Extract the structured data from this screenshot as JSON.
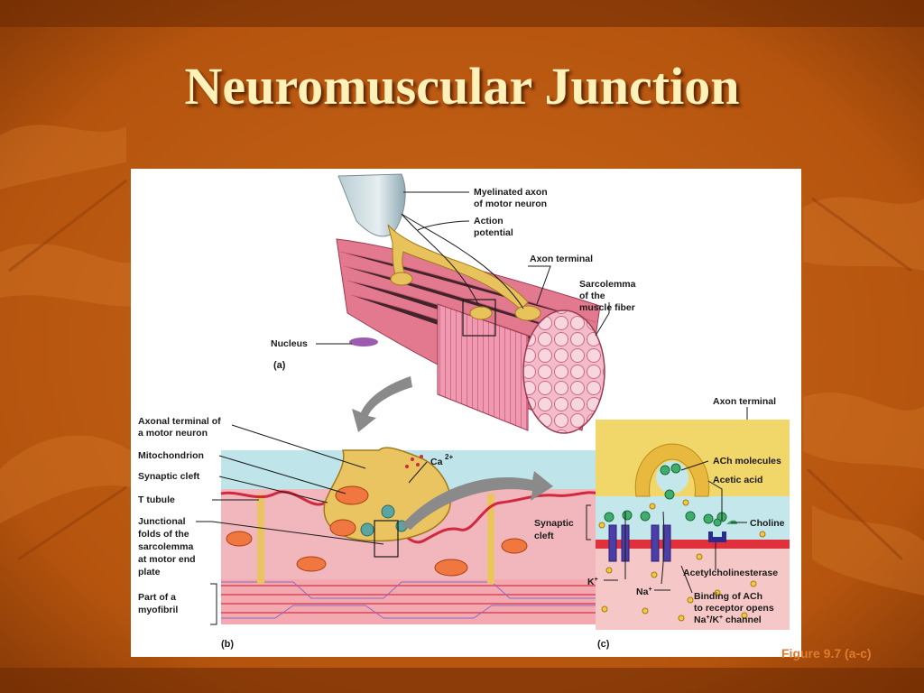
{
  "slide": {
    "title": "Neuromuscular Junction",
    "caption": "Figure 9.7 (a-c)"
  },
  "colors": {
    "background": "#b4540e",
    "title": "#fff1b8",
    "caption": "#e07a2c",
    "muscle": "#e68aa0",
    "axon": "#e9c461",
    "cleft": "#bfe4ea"
  },
  "panel_a": {
    "tag": "(a)",
    "labels": {
      "myelinated_axon_1": "Myelinated axon",
      "myelinated_axon_2": "of motor neuron",
      "action_potential_1": "Action",
      "action_potential_2": "potential",
      "axon_terminal": "Axon terminal",
      "sarcolemma_1": "Sarcolemma",
      "sarcolemma_2": "of the",
      "sarcolemma_3": "muscle fiber",
      "nucleus": "Nucleus"
    }
  },
  "panel_b": {
    "tag": "(b)",
    "labels": {
      "axonal_terminal_1": "Axonal terminal of",
      "axonal_terminal_2": "a motor neuron",
      "mitochondrion": "Mitochondrion",
      "synaptic_cleft": "Synaptic cleft",
      "t_tubule": "T tubule",
      "junctional_1": "Junctional",
      "junctional_2": "folds of the",
      "junctional_3": "sarcolemma",
      "junctional_4": "at motor end",
      "junctional_5": "plate",
      "myofibril_1": "Part of a",
      "myofibril_2": "myofibril",
      "calcium": "Ca",
      "calcium_charge": "2+"
    }
  },
  "panel_c": {
    "tag": "(c)",
    "labels": {
      "axon_terminal": "Axon terminal",
      "ach_molecules": "ACh molecules",
      "acetic_acid": "Acetic acid",
      "choline": "Choline",
      "synaptic_cleft_1": "Synaptic",
      "synaptic_cleft_2": "cleft",
      "acetylcholinesterase": "Acetylcholinesterase",
      "potassium": "K",
      "sodium": "Na",
      "plus": "+",
      "binding_1": "Binding of ACh",
      "binding_2": "to receptor opens",
      "binding_3_na": "Na",
      "binding_3_slash_k": "/K",
      "binding_3_channel": " channel"
    }
  }
}
